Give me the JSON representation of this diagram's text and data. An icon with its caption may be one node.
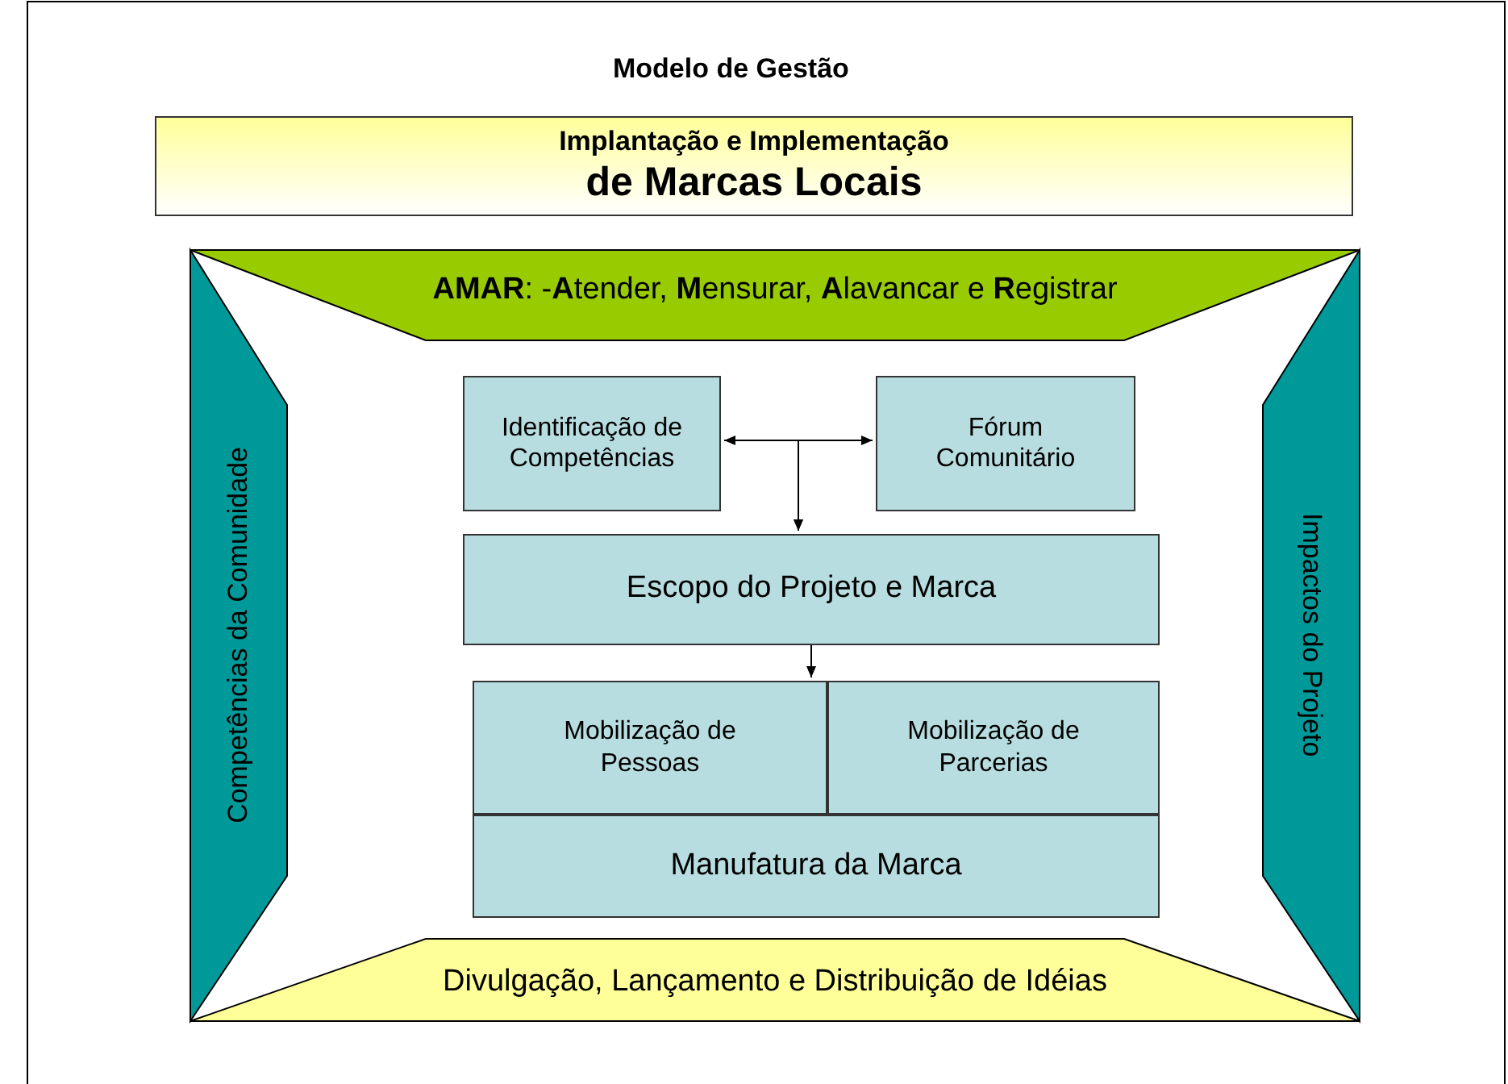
{
  "diagram": {
    "title": "Modelo de Gestão",
    "nodes": [
      {
        "text": [
          "Implantação e Implementação",
          "de Marcas Locais"
        ]
      },
      {
        "text": [
          "**AMAR**: -**A**tender, **M**ensurar, **A**lavancar e **R**egistrar"
        ]
      },
      {
        "text": [
          "Competências da Comunidade"
        ]
      },
      {
        "text": [
          "Impactos do Projeto"
        ]
      },
      {
        "text": [
          "Divulgação, Lançamento e Distribuição de Idéias"
        ]
      },
      {
        "text": [
          "Identificação de Competências"
        ]
      },
      {
        "text": [
          "Fórum Comunitário"
        ]
      },
      {
        "text": [
          "Escopo do Projeto e Marca"
        ]
      },
      {
        "text": [
          "Mobilização de Pessoas"
        ]
      },
      {
        "text": [
          "Mobilização de Parcerias"
        ]
      },
      {
        "text": [
          "Manufatura da Marca"
        ]
      }
    ],
    "edges": [
      {
        "from": 5,
        "to": 6,
        "arrow": "both"
      },
      {
        "from": 5,
        "to": 7,
        "arrow": "to"
      },
      {
        "from": 6,
        "to": 7,
        "arrow": "to"
      },
      {
        "from": 7,
        "to": 8,
        "arrow": "to"
      }
    ]
  }
}
